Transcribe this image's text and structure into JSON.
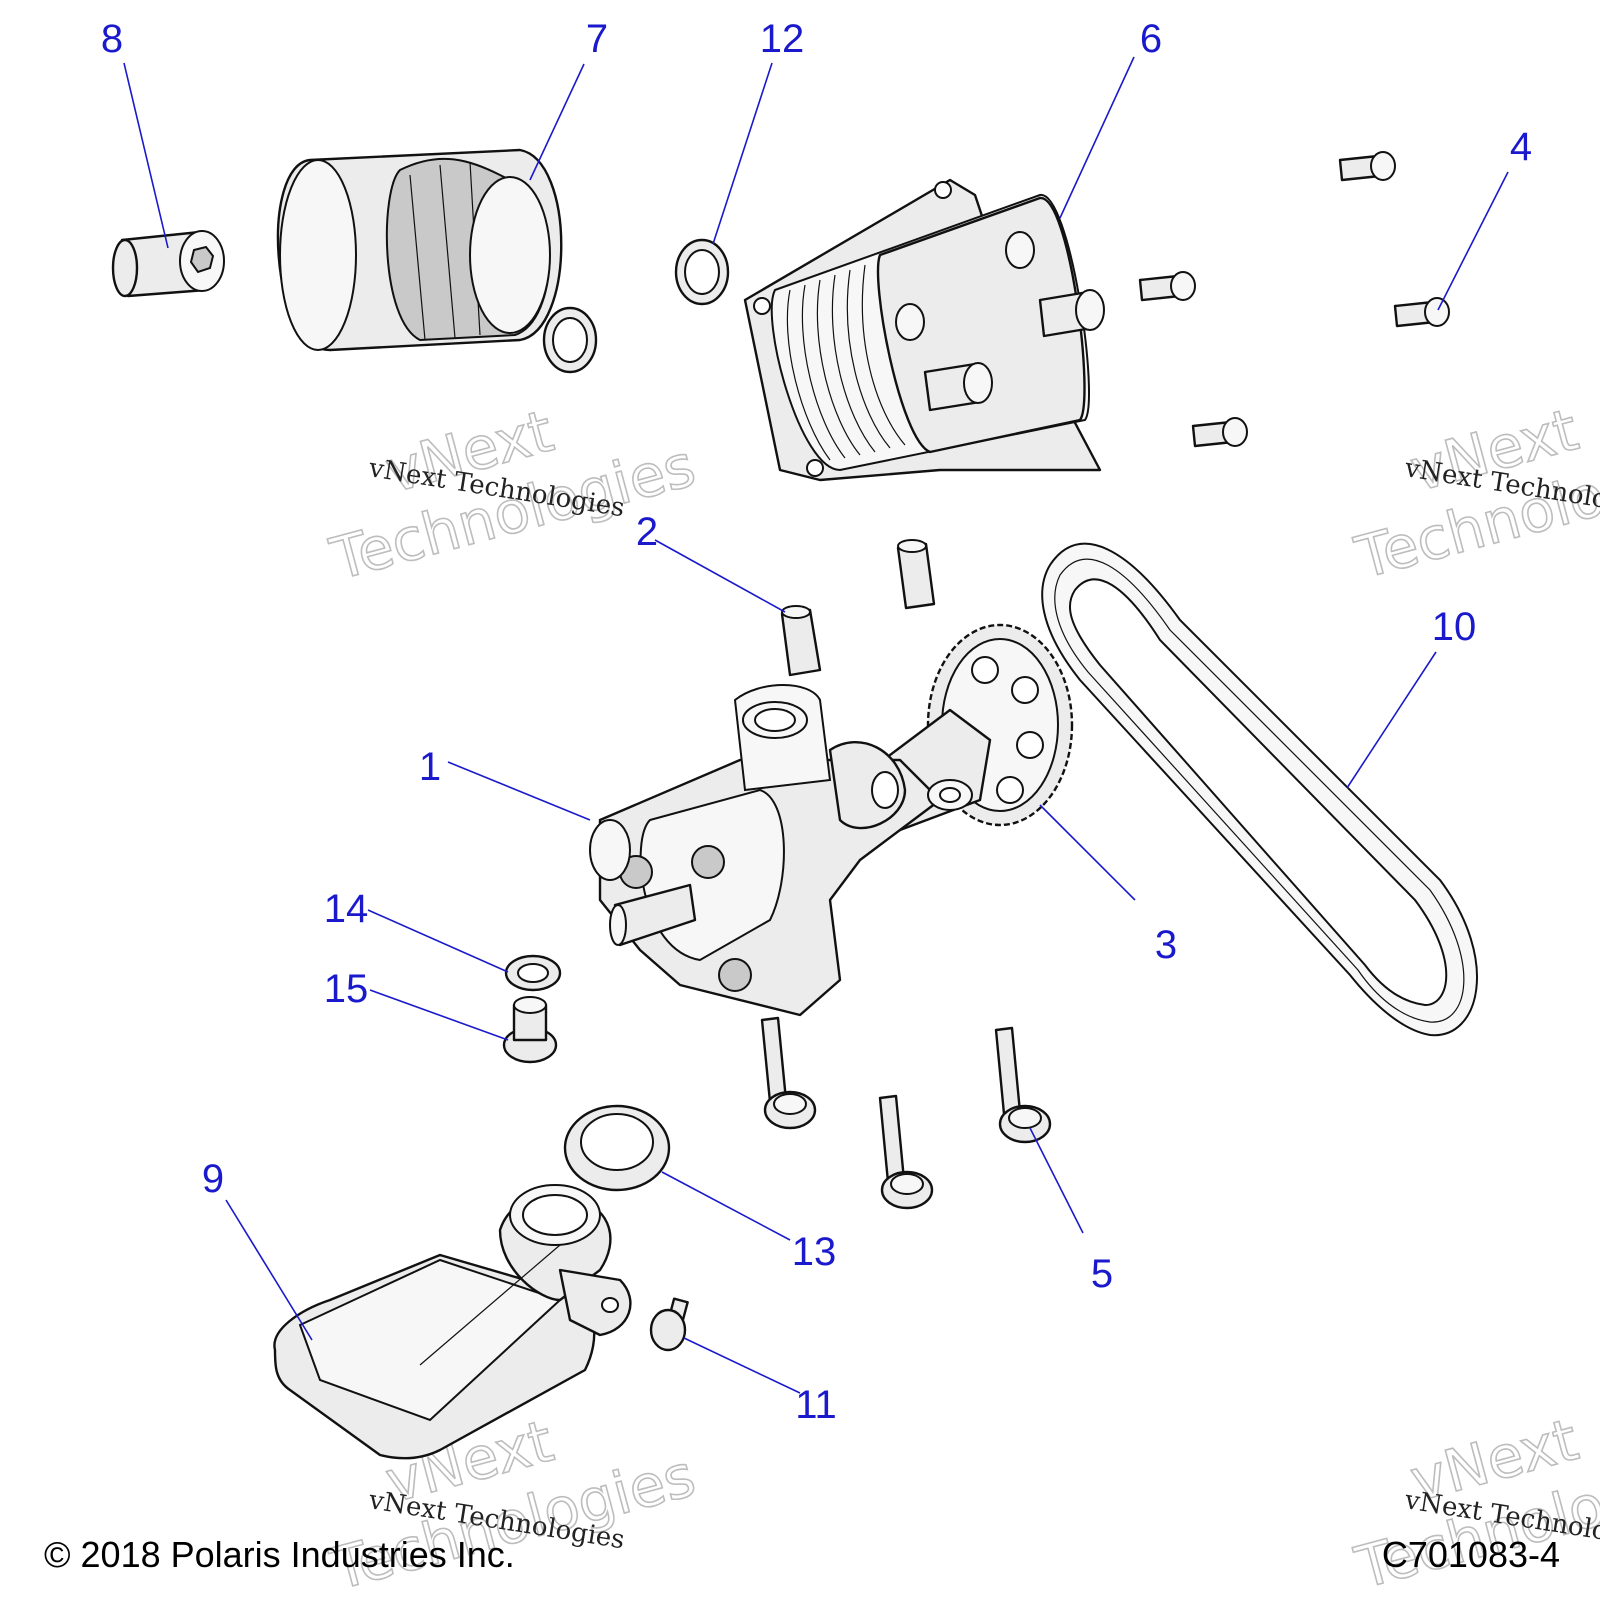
{
  "callouts": {
    "c1": "1",
    "c2": "2",
    "c3": "3",
    "c4": "4",
    "c5": "5",
    "c6": "6",
    "c7": "7",
    "c8": "8",
    "c9": "9",
    "c10": "10",
    "c11": "11",
    "c12": "12",
    "c13": "13",
    "c14": "14",
    "c15": "15"
  },
  "watermark": {
    "line1": "vNext",
    "line2": "Technologies",
    "caption": "vNext Technologies"
  },
  "footer": {
    "copyright": "© 2018 Polaris Industries Inc.",
    "figure_id": "C701083-4"
  },
  "colors": {
    "callout": "#1a1acc",
    "watermark": "#bdbdbd",
    "part_fill": "#ececec"
  }
}
